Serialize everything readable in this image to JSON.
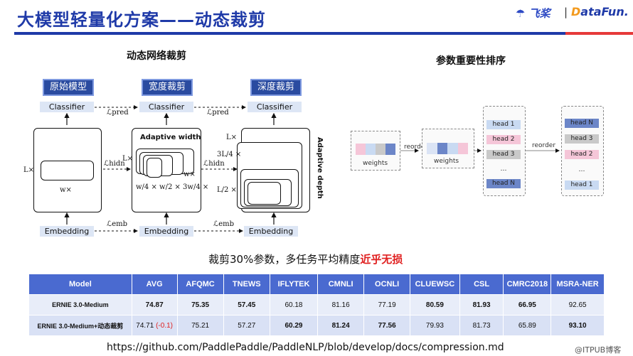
{
  "header": {
    "title": "大模型轻量化方案——动态裁剪",
    "logo_feijiang": "飞桨",
    "logo_sep": "|",
    "logo_datafun_a": "D",
    "logo_datafun_b": "ataFun."
  },
  "left_diagram": {
    "title": "动态网络裁剪",
    "top_boxes": [
      "原始模型",
      "宽度裁剪",
      "深度裁剪"
    ],
    "classifier": "Classifier",
    "embedding": "Embedding",
    "loss_pred": "ℒpred",
    "loss_hidn": "ℒhidn",
    "loss_emb": "ℒemb",
    "adaptive_width": "Adaptive width",
    "adaptive_depth": "Adaptive depth",
    "l_times": "L×",
    "w_times": "w×",
    "w_times_right": "w×",
    "width_ratios": "w/4 × w/2 × 3w/4 ×",
    "depth_top": "L×",
    "depth_34": "3L/4 ×",
    "depth_12": "L/2 ×"
  },
  "right_diagram": {
    "title": "参数重要性排序",
    "weights_label": "weights",
    "reorder_label": "reorder",
    "heads_left": [
      "head 1",
      "head 2",
      "head 3",
      "…",
      "head N"
    ],
    "heads_right": [
      "head N",
      "head 3",
      "head 2",
      "…",
      "head 1"
    ]
  },
  "caption": {
    "text": "裁剪30%参数，多任务平均精度",
    "highlight": "近乎无损"
  },
  "table": {
    "headers": [
      "Model",
      "AVG",
      "AFQMC",
      "TNEWS",
      "IFLYTEK",
      "CMNLI",
      "OCNLI",
      "CLUEWSC",
      "CSL",
      "CMRC2018",
      "MSRA-NER"
    ],
    "rows": [
      [
        "ERNIE 3.0-Medium",
        "74.87",
        "75.35",
        "57.45",
        "60.18",
        "81.16",
        "77.19",
        "80.59",
        "81.93",
        "66.95",
        "92.65"
      ],
      [
        "ERNIE 3.0-Medium+动态裁剪",
        "74.71",
        "75.21",
        "57.27",
        "60.29",
        "81.24",
        "77.56",
        "79.93",
        "81.73",
        "65.89",
        "93.10"
      ]
    ],
    "avg_delta": "(-0.1)"
  },
  "footer": {
    "url": "https://github.com/PaddlePaddle/PaddleNLP/blob/develop/docs/compression.md",
    "watermark": "@ITPUB博客"
  }
}
